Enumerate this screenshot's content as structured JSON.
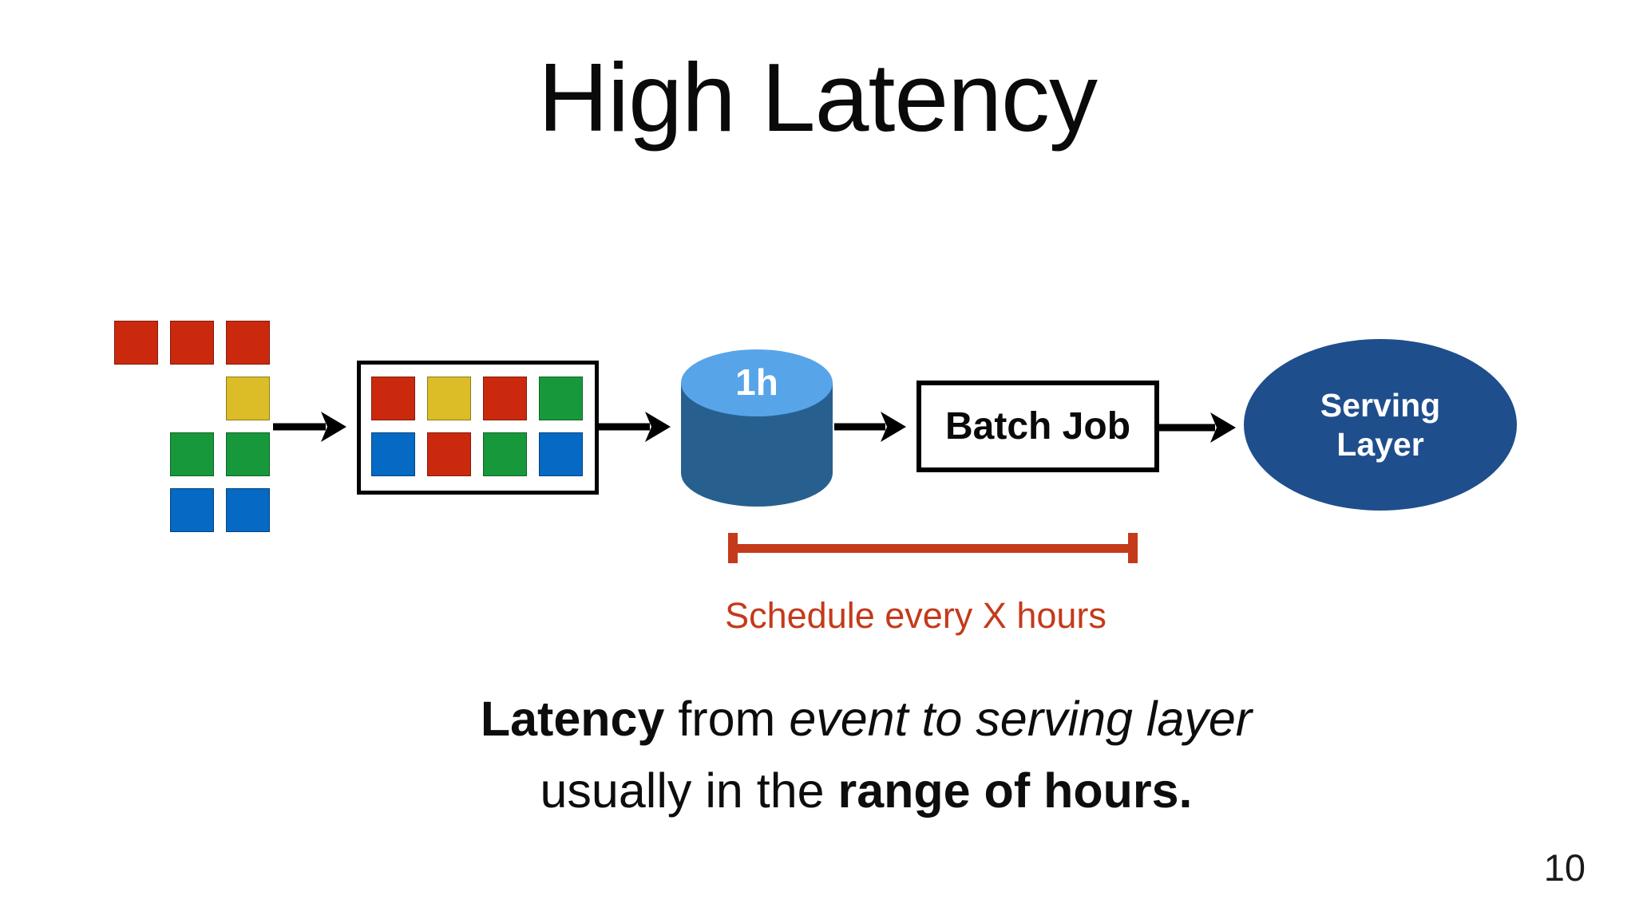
{
  "slide": {
    "title": "High Latency",
    "page_number": "10"
  },
  "colors": {
    "red": "#cb290e",
    "yellow": "#dcbd27",
    "green": "#17993b",
    "blue": "#0669c3",
    "cylinder_top": "#57a4e9",
    "cylinder_body": "#27608f",
    "serving_bg": "#1f4e8c",
    "schedule_red": "#c43a1b",
    "text_black": "#0a0a0a"
  },
  "diagram": {
    "event_squares": [
      {
        "r": 0,
        "c": 0,
        "color": "red"
      },
      {
        "r": 0,
        "c": 1,
        "color": "red"
      },
      {
        "r": 0,
        "c": 2,
        "color": "red"
      },
      {
        "r": 1,
        "c": 2,
        "color": "yellow"
      },
      {
        "r": 2,
        "c": 1,
        "color": "green"
      },
      {
        "r": 2,
        "c": 2,
        "color": "green"
      },
      {
        "r": 3,
        "c": 1,
        "color": "blue"
      },
      {
        "r": 3,
        "c": 2,
        "color": "blue"
      }
    ],
    "batch_squares": [
      {
        "r": 0,
        "c": 0,
        "color": "red"
      },
      {
        "r": 0,
        "c": 1,
        "color": "yellow"
      },
      {
        "r": 0,
        "c": 2,
        "color": "red"
      },
      {
        "r": 0,
        "c": 3,
        "color": "green"
      },
      {
        "r": 1,
        "c": 0,
        "color": "blue"
      },
      {
        "r": 1,
        "c": 1,
        "color": "red"
      },
      {
        "r": 1,
        "c": 2,
        "color": "green"
      },
      {
        "r": 1,
        "c": 3,
        "color": "blue"
      }
    ],
    "cylinder_label": "1h",
    "batch_job_label": "Batch Job",
    "serving_layer_line1": "Serving",
    "serving_layer_line2": "Layer",
    "schedule_label": "Schedule every X hours"
  },
  "caption": {
    "line1": [
      {
        "style": "bold",
        "text": "Latency"
      },
      {
        "style": "normal",
        "text": " from "
      },
      {
        "style": "italic",
        "text": "event to serving layer"
      }
    ],
    "line2": [
      {
        "style": "normal",
        "text": "usually in the "
      },
      {
        "style": "bold",
        "text": "range of hours."
      }
    ]
  }
}
